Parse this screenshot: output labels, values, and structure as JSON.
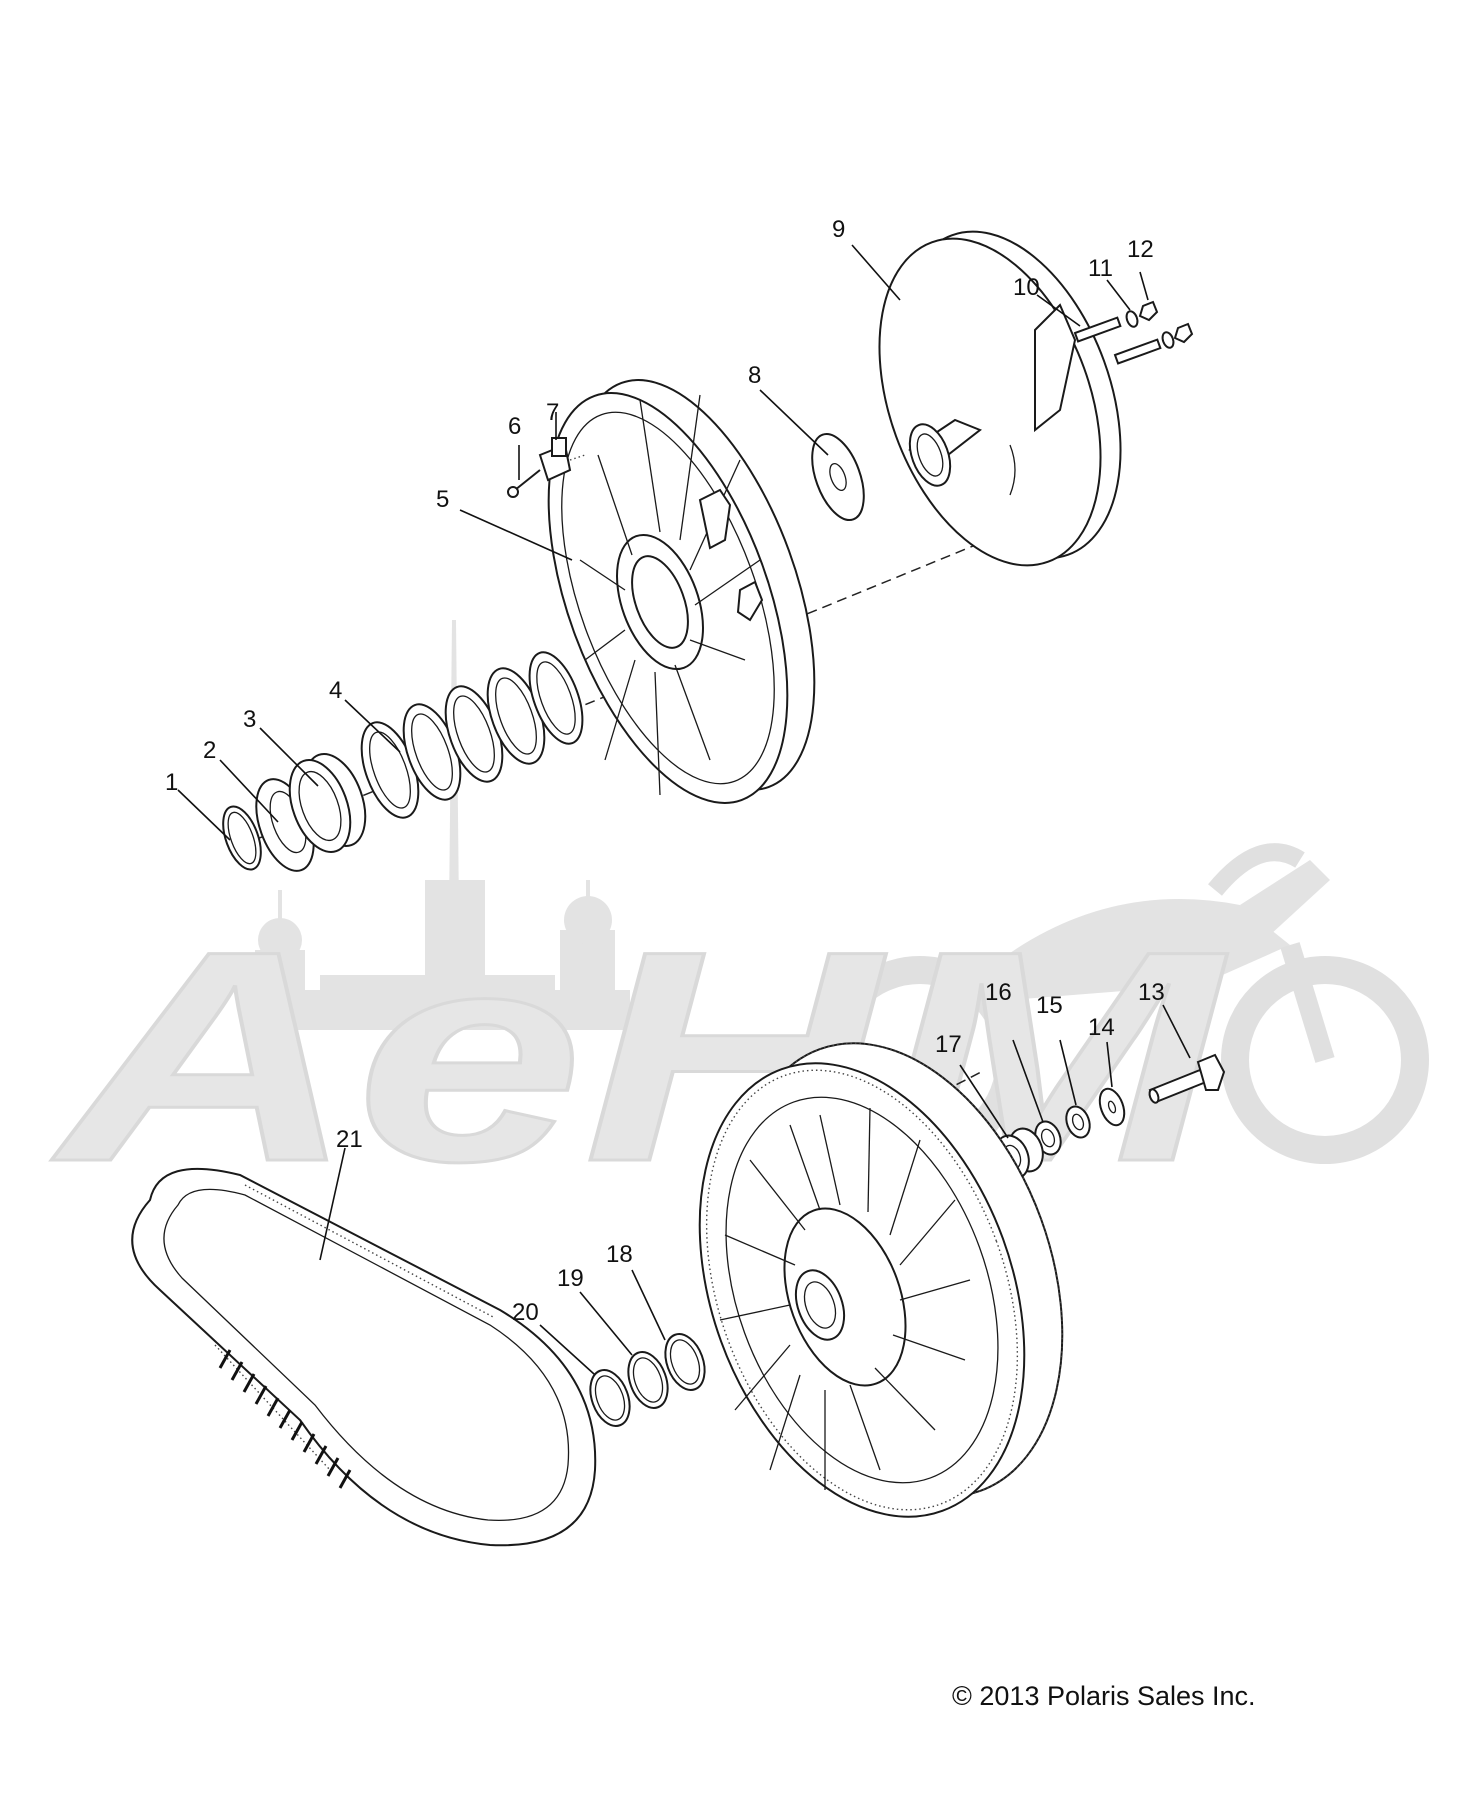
{
  "copyright": "© 2013 Polaris Sales Inc.",
  "watermark": "AeHM",
  "callouts": [
    "1",
    "2",
    "3",
    "4",
    "5",
    "6",
    "7",
    "8",
    "9",
    "10",
    "11",
    "12",
    "13",
    "14",
    "15",
    "16",
    "17",
    "18",
    "19",
    "20",
    "21"
  ]
}
